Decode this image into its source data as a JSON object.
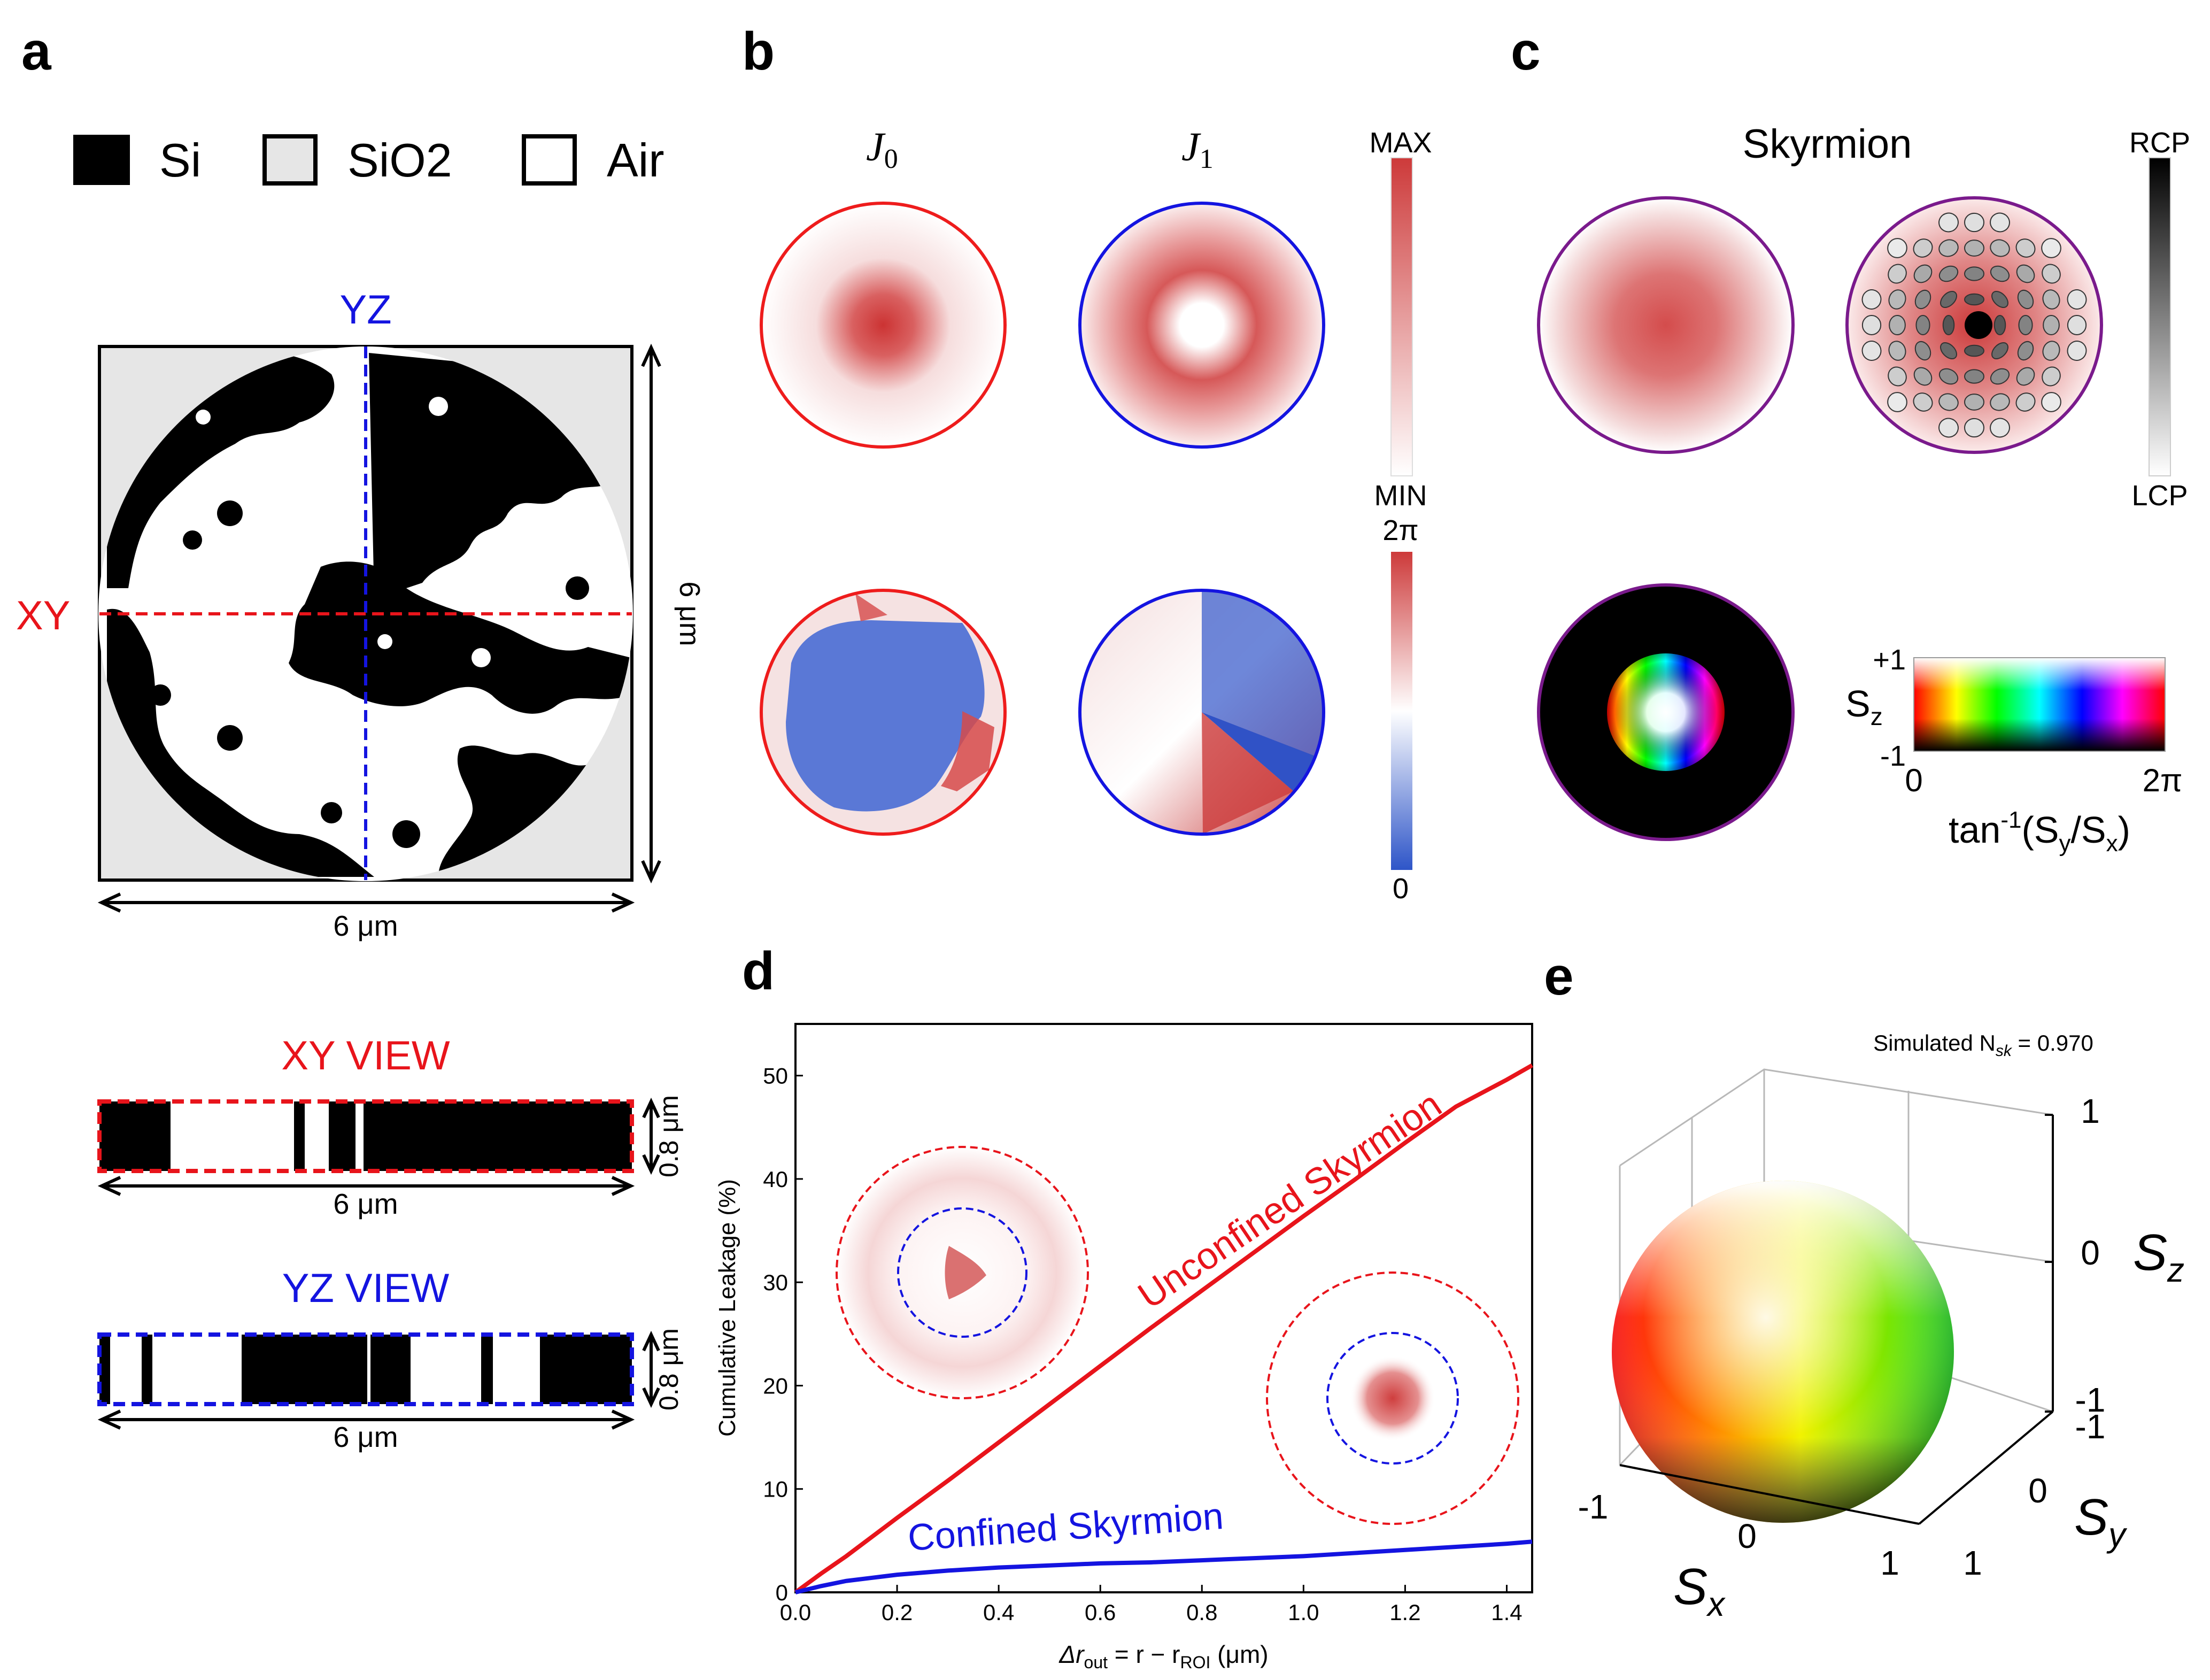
{
  "panel_labels": {
    "a": "a",
    "b": "b",
    "c": "c",
    "d": "d",
    "e": "e"
  },
  "panel_a": {
    "legend": [
      {
        "label": "Si",
        "color": "#000000"
      },
      {
        "label": "SiO2",
        "color": "#e6e6e6"
      },
      {
        "label": "Air",
        "color": "#ffffff"
      }
    ],
    "yz_label": "YZ",
    "xy_label": "XY",
    "width_label": "6 μm",
    "height_label": "6 μm",
    "xy_view_title": "XY VIEW",
    "yz_view_title": "YZ VIEW",
    "thickness_label": "0.8 μm",
    "colors": {
      "xy": "#e8141b",
      "yz": "#1414e0",
      "sio2": "#e6e6e6"
    }
  },
  "panel_b": {
    "col_titles": [
      "J",
      "J"
    ],
    "col_subscripts": [
      "0",
      "1"
    ],
    "intensity_bar": {
      "max": "MAX",
      "min": "MIN"
    },
    "phase_bar": {
      "max": "2π",
      "min": "0"
    }
  },
  "panel_c": {
    "title": "Skyrmion",
    "ellipticity_bar": {
      "top": "RCP",
      "bottom": "LCP"
    },
    "color_map": {
      "sz_label": "S",
      "sz_sub": "z",
      "top": "+1",
      "bottom": "-1",
      "x_start": "0",
      "x_end": "2π",
      "xlabel_main": "tan",
      "xlabel_sup": "-1",
      "xlabel_tail": "(S",
      "xlabel_sy": "y",
      "xlabel_mid": "/S",
      "xlabel_sx": "x",
      "xlabel_close": ")"
    }
  },
  "panel_d": {
    "ylabel": "Cumulative Leakage (%)",
    "xlabel_parts": [
      "Δr",
      "out",
      " = r − r",
      "ROI",
      " (μm)"
    ],
    "unconfined_label": "Unconfined Skyrmion",
    "confined_label": "Confined Skyrmion",
    "x_ticks": [
      "0.0",
      "0.2",
      "0.4",
      "0.6",
      "0.8",
      "1.0",
      "1.2",
      "1.4"
    ],
    "y_ticks": [
      "0",
      "10",
      "20",
      "30",
      "40",
      "50"
    ]
  },
  "panel_e": {
    "annotation": "Simulated N",
    "annotation_sub": "sk",
    "annotation_value": " = 0.970",
    "sz_axis": {
      "label": "S",
      "sub": "z",
      "ticks": [
        "1",
        "0",
        "-1"
      ]
    },
    "sy_axis": {
      "label": "S",
      "sub": "y",
      "ticks": [
        "-1",
        "0",
        "1"
      ]
    },
    "sx_axis": {
      "label": "S",
      "sub": "x",
      "ticks": [
        "-1",
        "0",
        "1"
      ]
    }
  },
  "chart_data": {
    "type": "line",
    "xlabel": "Δr_out = r − r_ROI (μm)",
    "ylabel": "Cumulative Leakage (%)",
    "xlim": [
      0,
      1.45
    ],
    "ylim": [
      0,
      55
    ],
    "grid": false,
    "series": [
      {
        "name": "Unconfined Skyrmion",
        "color": "#e8141b",
        "x": [
          0,
          0.05,
          0.1,
          0.2,
          0.3,
          0.4,
          0.5,
          0.6,
          0.7,
          0.8,
          0.9,
          1.0,
          1.1,
          1.2,
          1.3,
          1.4,
          1.45
        ],
        "values": [
          0,
          1.8,
          3.5,
          7.2,
          10.8,
          14.5,
          18.2,
          21.9,
          25.6,
          29.2,
          32.8,
          36.4,
          39.9,
          43.5,
          47.0,
          49.6,
          51.0
        ]
      },
      {
        "name": "Confined Skyrmion",
        "color": "#1414e0",
        "x": [
          0,
          0.05,
          0.1,
          0.15,
          0.2,
          0.3,
          0.4,
          0.5,
          0.6,
          0.7,
          0.8,
          0.9,
          1.0,
          1.1,
          1.2,
          1.3,
          1.4,
          1.45
        ],
        "values": [
          0,
          0.6,
          1.1,
          1.4,
          1.7,
          2.1,
          2.4,
          2.6,
          2.8,
          2.9,
          3.1,
          3.3,
          3.5,
          3.8,
          4.1,
          4.4,
          4.7,
          4.9
        ]
      }
    ]
  }
}
